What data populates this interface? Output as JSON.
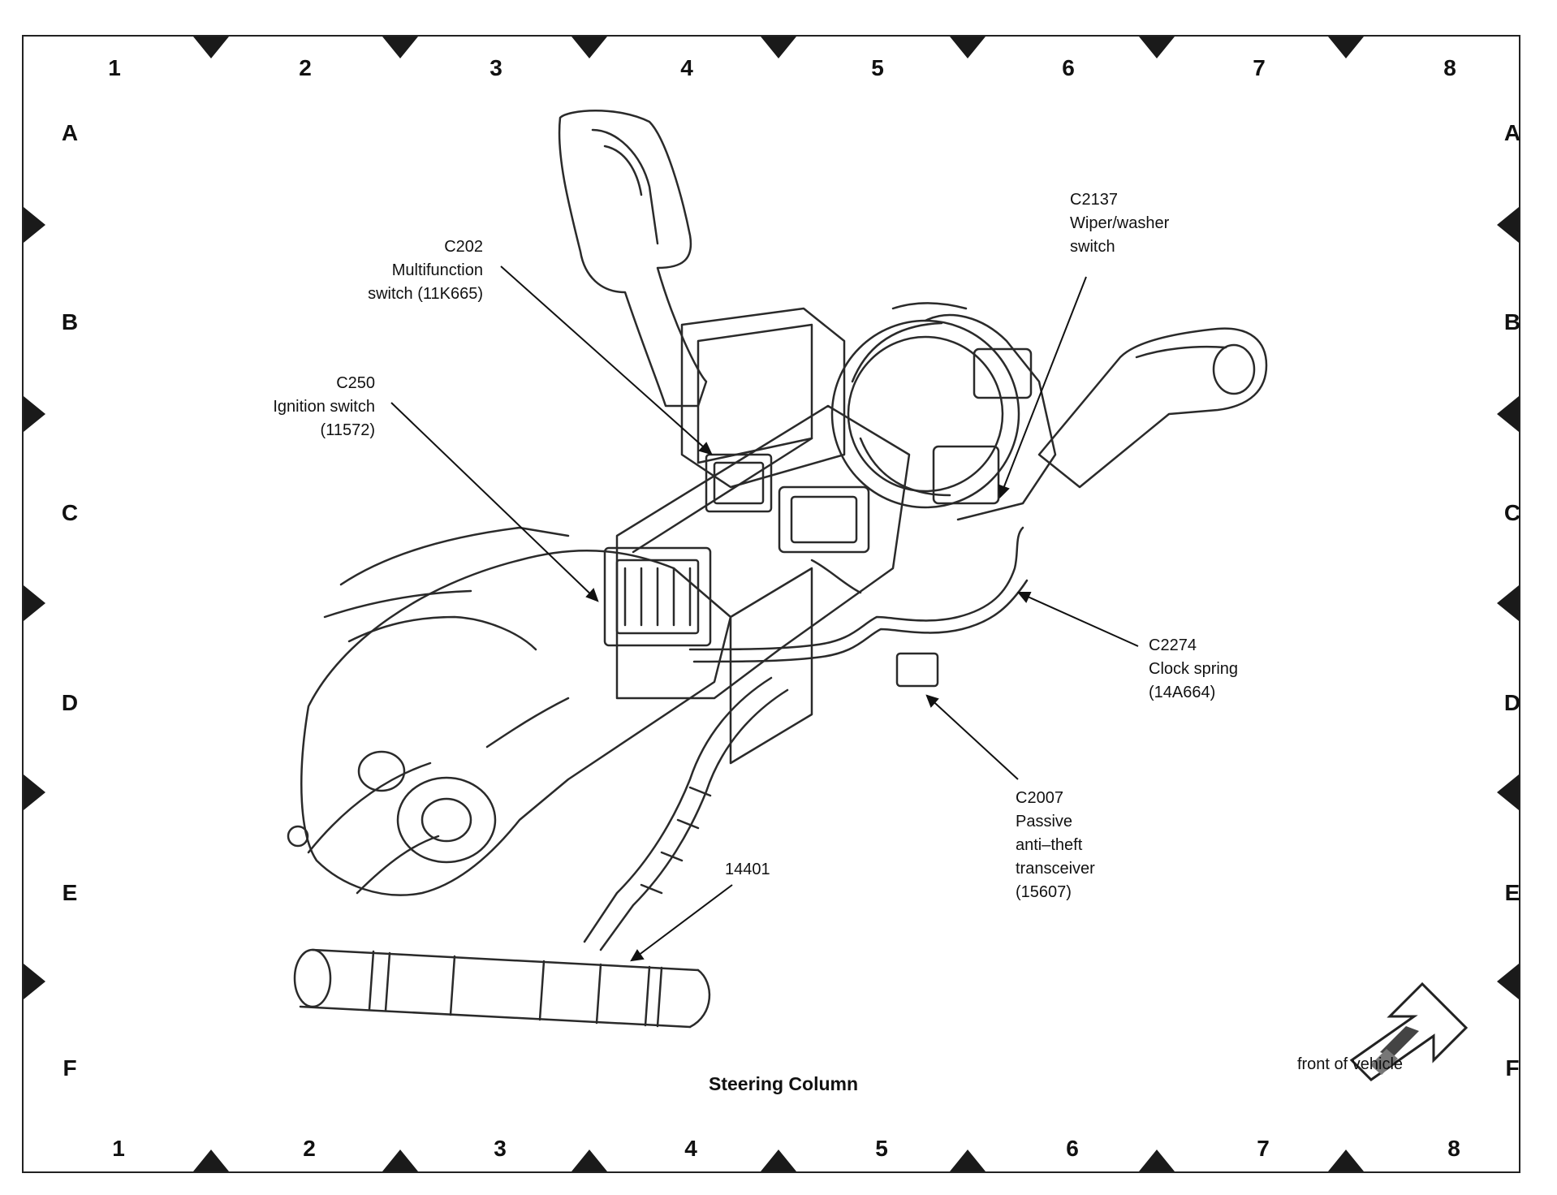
{
  "grid": {
    "columns": [
      "1",
      "2",
      "3",
      "4",
      "5",
      "6",
      "7",
      "8"
    ],
    "rows": [
      "A",
      "B",
      "C",
      "D",
      "E",
      "F"
    ]
  },
  "callouts": {
    "c202": [
      "C202",
      "Multifunction",
      "switch (11K665)"
    ],
    "c250": [
      "C250",
      "Ignition switch",
      "(11572)"
    ],
    "c2137": [
      "C2137",
      "Wiper/washer",
      "switch"
    ],
    "c2274": [
      "C2274",
      "Clock spring",
      "(14A664)"
    ],
    "c2007": [
      "C2007",
      "Passive",
      "anti–theft",
      "transceiver",
      "(15607)"
    ],
    "n14401": [
      "14401"
    ]
  },
  "caption": "Steering Column",
  "front_of_vehicle": "front of vehicle"
}
